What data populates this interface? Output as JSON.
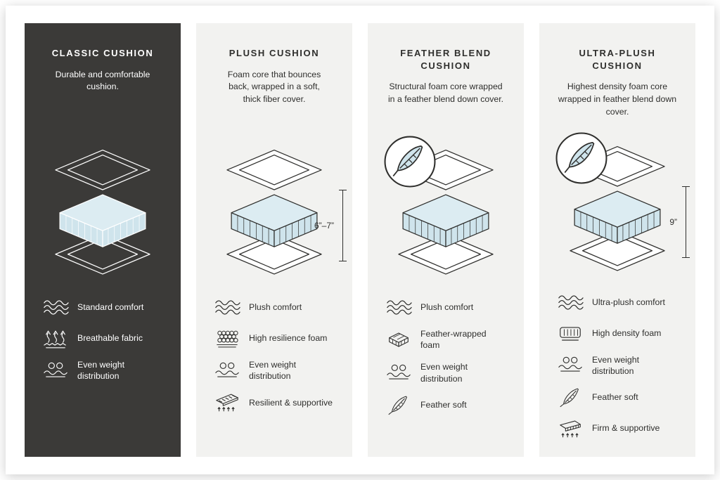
{
  "colors": {
    "dark_card_bg": "#3b3a38",
    "light_card_bg": "#f2f2f0",
    "foam_top": "#dcecf2",
    "foam_side": "#cfe4ec",
    "text_dark": "#2f2f2d",
    "text_light": "#ffffff"
  },
  "cards": [
    {
      "id": "classic",
      "theme": "dark",
      "title": "CLASSIC CUSHION",
      "description": "Durable and comfortable cushion.",
      "badge": null,
      "height_label": null,
      "features": [
        {
          "icon": "wave-icon",
          "label": "Standard comfort"
        },
        {
          "icon": "breathable-icon",
          "label": "Breathable fabric"
        },
        {
          "icon": "weight-distribution-icon",
          "label": "Even weight distribution"
        }
      ]
    },
    {
      "id": "plush",
      "theme": "light",
      "title": "PLUSH CUSHION",
      "description": "Foam core that bounces back, wrapped in a soft, thick fiber cover.",
      "badge": null,
      "height_label": "6”–7”",
      "features": [
        {
          "icon": "wave-icon",
          "label": "Plush comfort"
        },
        {
          "icon": "honeycomb-icon",
          "label": "High resilience foam"
        },
        {
          "icon": "weight-distribution-icon",
          "label": "Even weight distribution"
        },
        {
          "icon": "resilient-icon",
          "label": "Resilient & supportive"
        }
      ]
    },
    {
      "id": "feather-blend",
      "theme": "light",
      "title": "FEATHER BLEND CUSHION",
      "description": "Structural foam core wrapped in a feather blend down cover.",
      "badge": "feather-badge",
      "height_label": null,
      "features": [
        {
          "icon": "wave-icon",
          "label": "Plush comfort"
        },
        {
          "icon": "feather-wrapped-icon",
          "label": "Feather-wrapped foam"
        },
        {
          "icon": "weight-distribution-icon",
          "label": "Even weight distribution"
        },
        {
          "icon": "feather-icon",
          "label": "Feather soft"
        }
      ]
    },
    {
      "id": "ultra-plush",
      "theme": "light",
      "title": "ULTRA-PLUSH CUSHION",
      "description": "Highest density foam core wrapped in feather blend down cover.",
      "badge": "feather-badge",
      "height_label": "9”",
      "features": [
        {
          "icon": "wave-icon",
          "label": "Ultra-plush comfort"
        },
        {
          "icon": "high-density-icon",
          "label": "High density foam"
        },
        {
          "icon": "weight-distribution-icon",
          "label": "Even weight distribution"
        },
        {
          "icon": "feather-icon",
          "label": "Feather soft"
        },
        {
          "icon": "firm-icon",
          "label": "Firm & supportive"
        }
      ]
    }
  ]
}
